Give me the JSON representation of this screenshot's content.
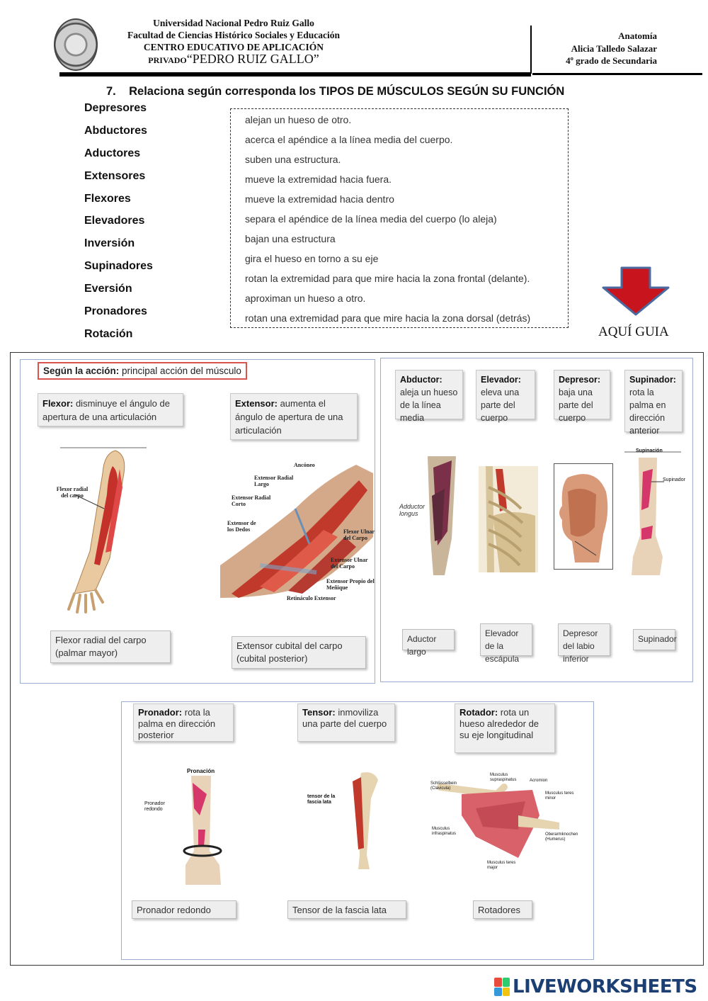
{
  "header": {
    "line1": "Universidad Nacional Pedro Ruiz Gallo",
    "line2": "Facultad de Ciencias Histórico Sociales y Educación",
    "line3": "CENTRO EDUCATIVO DE APLICACIÓN",
    "line4_small": "PRIVADO",
    "line4_big": "“PEDRO RUIZ GALLO”",
    "subject": "Anatomía",
    "teacher": "Alicia Talledo Salazar",
    "grade": "4º grado de Secundaria"
  },
  "question": {
    "number": "7.",
    "text": "Relaciona según corresponda los TIPOS DE MÚSCULOS SEGÚN SU FUNCIÓN"
  },
  "terms": [
    "Depresores",
    "Abductores",
    "Aductores",
    "Extensores",
    "Flexores",
    "Elevadores",
    "Inversión",
    "Supinadores",
    "Eversión",
    "Pronadores",
    "Rotación"
  ],
  "definitions": [
    "alejan un hueso de otro.",
    "acerca el apéndice a la línea media del cuerpo.",
    "suben una estructura.",
    "mueve la extremidad hacia fuera.",
    "mueve la extremidad hacia dentro",
    "separa el apéndice de la línea media del cuerpo (lo aleja)",
    "bajan una estructura",
    "gira el hueso en torno a su eje",
    "rotan la extremidad para que mire hacia la zona frontal (delante).",
    "aproximan un hueso a otro.",
    "rotan una extremidad para que mire hacia la zona dorsal (detrás)"
  ],
  "guide_label": "AQUÍ GUIA",
  "guide": {
    "panel1": {
      "title_bold": "Según la acción:",
      "title_rest": " principal acción del músculo",
      "flexor_bold": "Flexor:",
      "flexor_rest": " disminuye el ángulo de apertura de una articulación",
      "extensor_bold": "Extensor:",
      "extensor_rest": " aumenta el ángulo de apertura de una articulación",
      "flexor_label": "Flexor radial del carpo",
      "cap_flexor": "Flexor radial del carpo (palmar mayor)",
      "cap_extensor": "Extensor cubital del carpo (cubital posterior)",
      "ext_labels": [
        "Ancóneo",
        "Extensor Radial Largo",
        "Extensor Radial Corto",
        "Extensor de los Dedos",
        "Flexor Ulnar del Carpo",
        "Extensor Ulnar del Carpo",
        "Extensor Propio del Meñique",
        "Retináculo Extensor"
      ]
    },
    "panel2": {
      "abductor_bold": "Abductor:",
      "abductor_rest": " aleja un hueso de la línea media",
      "elevador_bold": "Elevador:",
      "elevador_rest": " eleva una parte del cuerpo",
      "depresor_bold": "Depresor:",
      "depresor_rest": " baja una parte del cuerpo",
      "supinador_bold": "Supinador:",
      "supinador_rest": " rota la palma en dirección anterior",
      "adductor_label": "Adductor longus",
      "supinacion_label": "Supinación",
      "supinador_small": "Supinador",
      "cap_aductor": "Aductor largo",
      "cap_elevador": "Elevador de la escápula",
      "cap_depresor": "Depresor del labio inferior",
      "cap_supinador": "Supinador"
    },
    "panel3": {
      "pronador_bold": "Pronador:",
      "pronador_rest": " rota la palma en dirección posterior",
      "tensor_bold": "Tensor:",
      "tensor_rest": " inmoviliza una parte del cuerpo",
      "rotador_bold": "Rotador:",
      "rotador_rest": " rota un hueso alrededor de su eje longitudinal",
      "pronacion_label": "Pronación",
      "pronador_small": "Pronador redondo",
      "tensor_small": "tensor de la fascia lata",
      "rot_labels": [
        "Schlüsselbein (Clavicula)",
        "Musculus supraspinatus",
        "Acromion",
        "Musculus teres minor",
        "Musculus infraspinatus",
        "Oberarmknochen (Humerus)",
        "Musculus teres major"
      ],
      "cap_pronador": "Pronador redondo",
      "cap_tensor": "Tensor de la fascia lata",
      "cap_rotadores": "Rotadores"
    }
  },
  "brand": "LIVEWORKSHEETS",
  "colors": {
    "arrow_red": "#c8141c",
    "arrow_edge": "#4a6aa0",
    "panel_border": "#9aaed0",
    "brand_blue": "#1c3f73"
  }
}
